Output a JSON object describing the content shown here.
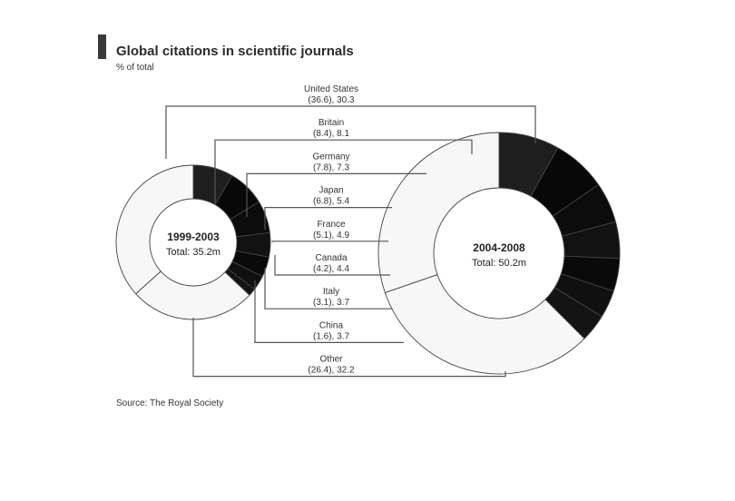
{
  "header": {
    "title": "Global citations in scientific journals",
    "subtitle": "% of total"
  },
  "footer": {
    "source": "Source: The Royal Society"
  },
  "chart_data": {
    "type": "pie",
    "donuts": [
      {
        "label": "1999-2003",
        "total": "Total: 35.2m"
      },
      {
        "label": "2004-2008",
        "total": "Total: 50.2m"
      }
    ],
    "categories": [
      "United States",
      "Britain",
      "Germany",
      "Japan",
      "France",
      "Canada",
      "Italy",
      "China",
      "Other"
    ],
    "series": [
      {
        "name": "1999-2003",
        "values": [
          36.6,
          8.4,
          7.8,
          6.8,
          5.1,
          4.2,
          3.1,
          1.6,
          26.4
        ]
      },
      {
        "name": "2004-2008",
        "values": [
          30.3,
          8.1,
          7.3,
          5.4,
          4.9,
          4.4,
          3.7,
          3.7,
          32.2
        ]
      }
    ],
    "labels": [
      {
        "name": "United States",
        "values": "(36.6), 30.3"
      },
      {
        "name": "Britain",
        "values": "(8.4), 8.1"
      },
      {
        "name": "Germany",
        "values": "(7.8), 7.3"
      },
      {
        "name": "Japan",
        "values": "(6.8), 5.4"
      },
      {
        "name": "France",
        "values": "(5.1), 4.9"
      },
      {
        "name": "Canada",
        "values": "(4.2), 4.4"
      },
      {
        "name": "Italy",
        "values": "(3.1), 3.7"
      },
      {
        "name": "China",
        "values": "(1.6), 3.7"
      },
      {
        "name": "Other",
        "values": "(26.4), 32.2"
      }
    ],
    "colors": {
      "large": "#f7f7f7",
      "highlight": [
        "#1e1e1e",
        "#080808",
        "#0c0c0c",
        "#121212",
        "#0a0a0a",
        "#101010",
        "#141414",
        "#262626"
      ],
      "stroke": "#444444"
    }
  }
}
